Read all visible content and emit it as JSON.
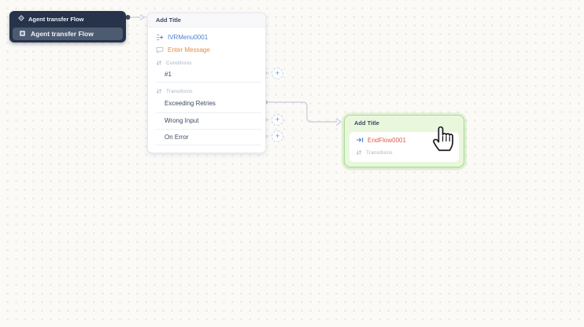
{
  "canvas": {
    "background": "#fbfaf7",
    "dot_color": "#e6e3dd"
  },
  "colors": {
    "node_dark": "#26334a",
    "node_row_highlight": "#4d5b71",
    "accent_blue": "#4a7fd4",
    "accent_orange": "#ed8a3e",
    "accent_red": "#d95f4d",
    "green_border": "#a6dc8d",
    "green_header_bg": "#e9f7dd",
    "muted_label": "#a9b4c4",
    "text_dark": "#3c4a61",
    "connector": "#c6ccd7"
  },
  "agent_node": {
    "rows": [
      {
        "label": "Agent transfer Flow",
        "icon": "flow-node-icon"
      },
      {
        "label": "Agent transfer Flow",
        "icon": "agent-flow-icon"
      }
    ]
  },
  "menu_card": {
    "title": "Add Title",
    "node_label": "IVRMenu0001",
    "message_label": "Enter Message",
    "conditions_label": "Conditions",
    "condition_1": "#1",
    "transitions_label": "Transitions",
    "transition_exceeding": "Exceeding Retries",
    "transition_wrong": "Wrong Input",
    "transition_error": "On Error"
  },
  "end_card": {
    "title": "Add Title",
    "node_label": "EndFlow0001",
    "transitions_label": "Transitions"
  },
  "icons": {
    "plus_glyph": "+"
  }
}
